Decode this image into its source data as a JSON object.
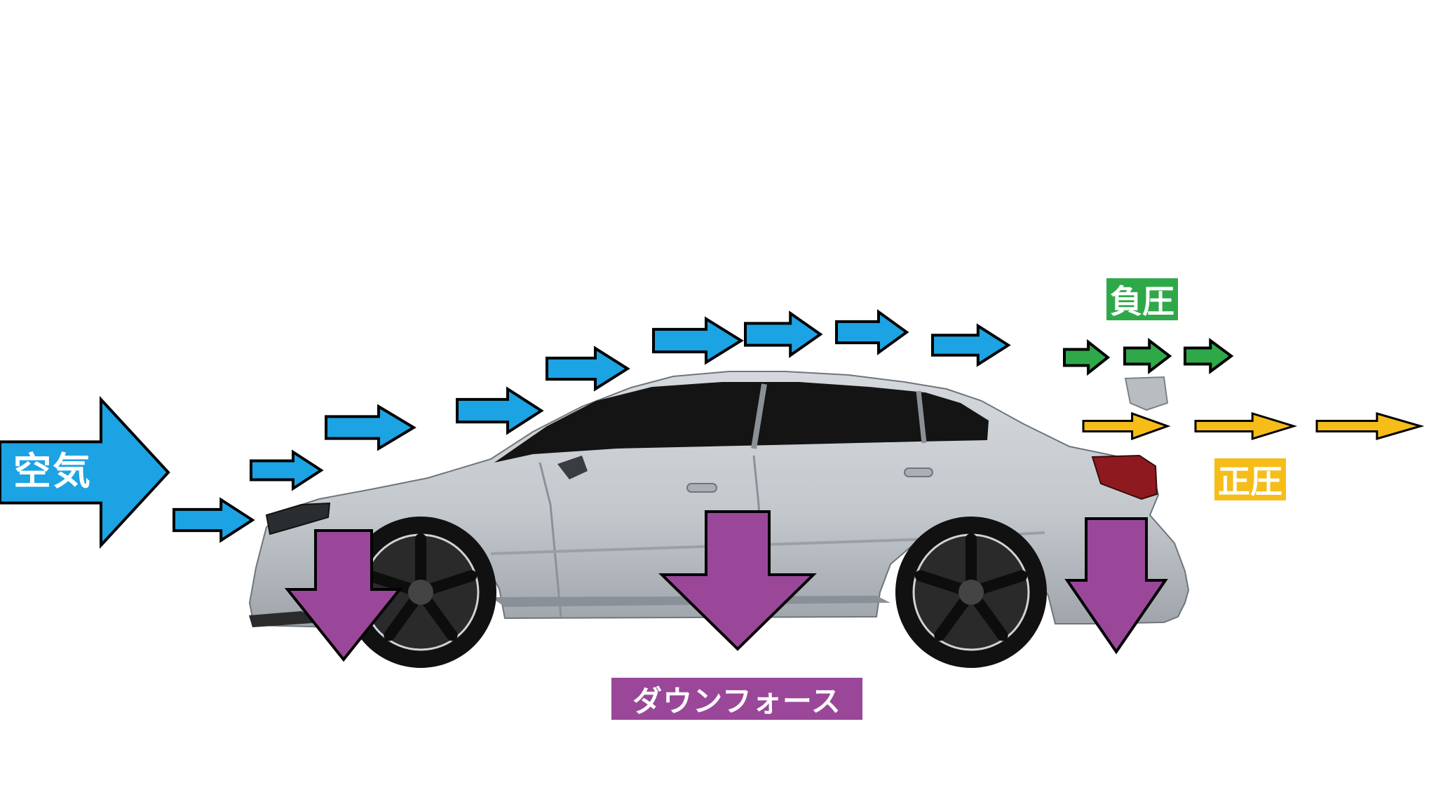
{
  "colors": {
    "air_blue": "#1ca3e3",
    "downforce_purple": "#9a479a",
    "negative_green": "#2fa84a",
    "positive_yellow": "#f6bd19",
    "car_body": "#c7ccd1",
    "outline": "#000000"
  },
  "labels": {
    "air": "空気",
    "negative_pressure": "負圧",
    "positive_pressure": "正圧",
    "downforce": "ダウンフォース"
  },
  "icons": {
    "airflow": "right-arrow-icon",
    "downforce": "down-arrow-icon",
    "vehicle": "sedan-car-side-view"
  }
}
